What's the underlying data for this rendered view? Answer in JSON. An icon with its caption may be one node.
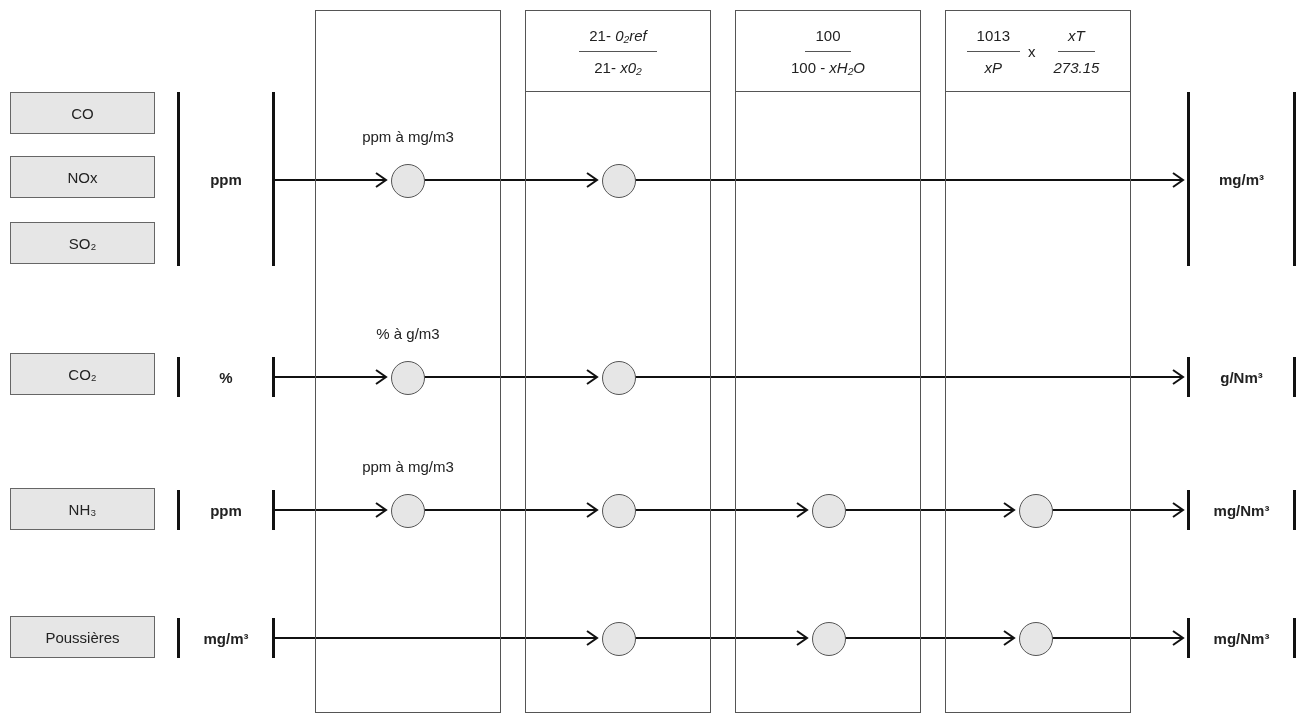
{
  "diagram": {
    "nodes": [
      {
        "text": [
          "CO"
        ]
      },
      {
        "text": [
          "NOx"
        ]
      },
      {
        "text": [
          "SO₂"
        ]
      },
      {
        "text": [
          "CO₂"
        ]
      },
      {
        "text": [
          "NH₃"
        ]
      },
      {
        "text": [
          "Poussières"
        ]
      },
      {
        "text": [
          "ppm"
        ]
      },
      {
        "text": [
          "%"
        ]
      },
      {
        "text": [
          "ppm"
        ]
      },
      {
        "text": [
          "mg/m³"
        ]
      },
      {
        "text": [],
        "shape": "box"
      },
      {
        "text": [
          "21- *0₂ref*",
          "21- *x0₂*"
        ]
      },
      {
        "text": [
          "100",
          "100 - *xH₂O*"
        ]
      },
      {
        "text": [
          "1013",
          "*xP*",
          "x",
          "*xT*",
          "*273.15*"
        ]
      },
      {
        "text": [],
        "shape": "circle",
        "in": 10,
        "beside": [
          "ppm à mg/m3"
        ]
      },
      {
        "text": [],
        "shape": "circle",
        "in": 11
      },
      {
        "text": [],
        "shape": "circle",
        "in": 10,
        "beside": [
          "% à g/m3"
        ]
      },
      {
        "text": [],
        "shape": "circle",
        "in": 11
      },
      {
        "text": [],
        "shape": "circle",
        "in": 10,
        "beside": [
          "ppm à mg/m3"
        ]
      },
      {
        "text": [],
        "shape": "circle",
        "in": 11
      },
      {
        "text": [],
        "shape": "circle",
        "in": 12
      },
      {
        "text": [],
        "shape": "circle",
        "in": 13
      },
      {
        "text": [],
        "shape": "circle",
        "in": 11
      },
      {
        "text": [],
        "shape": "circle",
        "in": 12
      },
      {
        "text": [],
        "shape": "circle",
        "in": 13
      },
      {
        "text": [
          "mg/m³"
        ]
      },
      {
        "text": [
          "g/Nm³"
        ]
      },
      {
        "text": [
          "mg/Nm³"
        ]
      },
      {
        "text": [
          "mg/Nm³"
        ]
      }
    ],
    "edges": [
      {
        "from": 6,
        "to": 14,
        "arrow": "to"
      },
      {
        "from": 14,
        "to": 15,
        "arrow": "to"
      },
      {
        "from": 15,
        "to": 25,
        "arrow": "to"
      },
      {
        "from": 7,
        "to": 16,
        "arrow": "to"
      },
      {
        "from": 16,
        "to": 17,
        "arrow": "to"
      },
      {
        "from": 17,
        "to": 26,
        "arrow": "to"
      },
      {
        "from": 8,
        "to": 18,
        "arrow": "to"
      },
      {
        "from": 18,
        "to": 19,
        "arrow": "to"
      },
      {
        "from": 19,
        "to": 20,
        "arrow": "to"
      },
      {
        "from": 20,
        "to": 21,
        "arrow": "to"
      },
      {
        "from": 21,
        "to": 27,
        "arrow": "to"
      },
      {
        "from": 9,
        "to": 22,
        "arrow": "to"
      },
      {
        "from": 22,
        "to": 23,
        "arrow": "to"
      },
      {
        "from": 23,
        "to": 24,
        "arrow": "to"
      },
      {
        "from": 24,
        "to": 28,
        "arrow": "to"
      }
    ]
  }
}
